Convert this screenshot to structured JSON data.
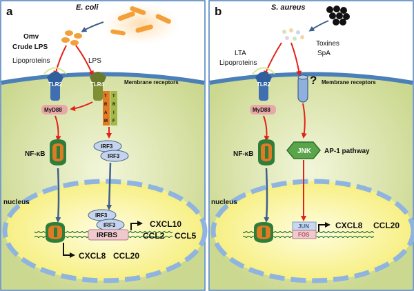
{
  "panel_a": {
    "letter": "a",
    "organism": "E. coli",
    "omv": "Omv",
    "crude_lps": "Crude LPS",
    "lipoproteins": "Lipoproteins",
    "lps": "LPS",
    "tlr2": "TLR2",
    "tlr4": "TLR4",
    "membrane_receptors": "Membrane receptors",
    "myd88": "MyD88",
    "tram": [
      "T",
      "R",
      "A",
      "M"
    ],
    "trif": [
      "T",
      "R",
      "I",
      "F"
    ],
    "irf3_top": "IRF3",
    "irf3_bottom": "IRF3",
    "nfkb": "NF-κB",
    "nucleus": "nucleus",
    "irf3_nuc_top": "IRF3",
    "irf3_nuc_bottom": "IRF3",
    "irfbs": "IRFBS",
    "cxcl10": "CXCL10",
    "ccl2": "CCL2",
    "ccl5": "CCL5",
    "cxcl8": "CXCL8",
    "ccl20": "CCL20"
  },
  "panel_b": {
    "letter": "b",
    "organism": "S. aureus",
    "lta": "LTA",
    "lipoproteins": "Lipoproteins",
    "toxines": "Toxines",
    "spa": "SpA",
    "question": "?",
    "tlr2": "TLR2",
    "membrane_receptors": "Membrane receptors",
    "myd88": "MyD88",
    "nfkb": "NF-κB",
    "jnk": "JNK",
    "ap1": "AP-1 pathway",
    "nucleus": "nucleus",
    "jun": "JUN",
    "fos": "FOS",
    "cxcl8": "CXCL8",
    "ccl20": "CCL20"
  },
  "colors": {
    "frame": "#4a7fb8",
    "membrane": "#4a7fb8",
    "cytoplasm": "#d7e3a8",
    "nucleus_fill": "#fbf7a6",
    "nucleus_border": "#8fb4e0",
    "arrow_red": "#e32119",
    "arrow_blue": "#3f5f8c",
    "myd88": "#e8a8a8",
    "irf3": "#c5d4ec",
    "jnk": "#5aa54a"
  }
}
